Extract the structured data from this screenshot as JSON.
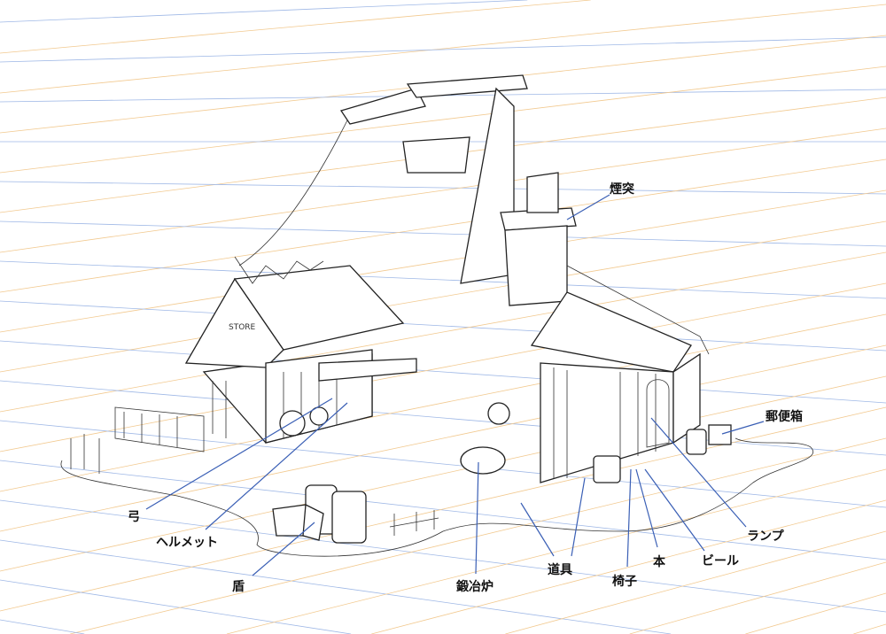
{
  "illustration": {
    "sign_text": "STORE",
    "colors": {
      "guide_blue": "#9fb8e6",
      "guide_orange": "#f2c98f",
      "leader": "#3a5fb5",
      "ink": "#222222"
    }
  },
  "labels": {
    "chimney": "煙突",
    "mailbox": "郵便箱",
    "lamp": "ランプ",
    "beer": "ビール",
    "book": "本",
    "chair": "椅子",
    "tools": "道具",
    "forge": "鍛冶炉",
    "shield": "盾",
    "helmet": "ヘルメット",
    "bow": "弓"
  }
}
